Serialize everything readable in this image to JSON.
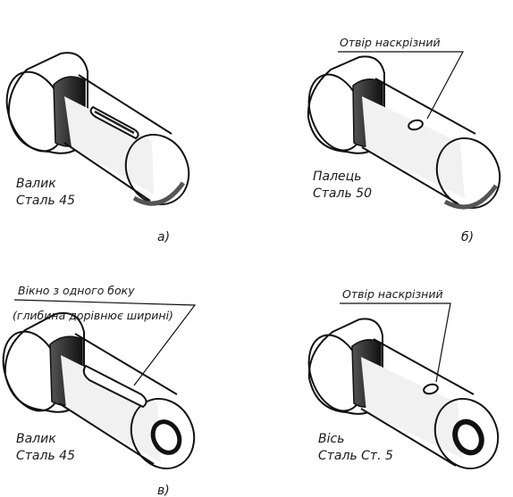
{
  "figures": [
    {
      "id": "a",
      "letter": "а)",
      "label_line1": "Валик",
      "label_line2": "Сталь 45",
      "note": "",
      "note_line2": "",
      "feature": "slot"
    },
    {
      "id": "b",
      "letter": "б)",
      "label_line1": "Палець",
      "label_line2": "Сталь 50",
      "note": "Отвір наскрізний",
      "note_line2": "",
      "feature": "hole"
    },
    {
      "id": "c",
      "letter": "в)",
      "label_line1": "Валик",
      "label_line2": "Сталь 45",
      "note": "Вікно з одного боку",
      "note_line2": "(глибина дорівнює ширині)",
      "feature": "window"
    },
    {
      "id": "d",
      "letter": "",
      "label_line1": "Вісь",
      "label_line2": "Сталь Ст. 5",
      "note": "Отвір наскрізний",
      "note_line2": "",
      "feature": "hole"
    }
  ]
}
